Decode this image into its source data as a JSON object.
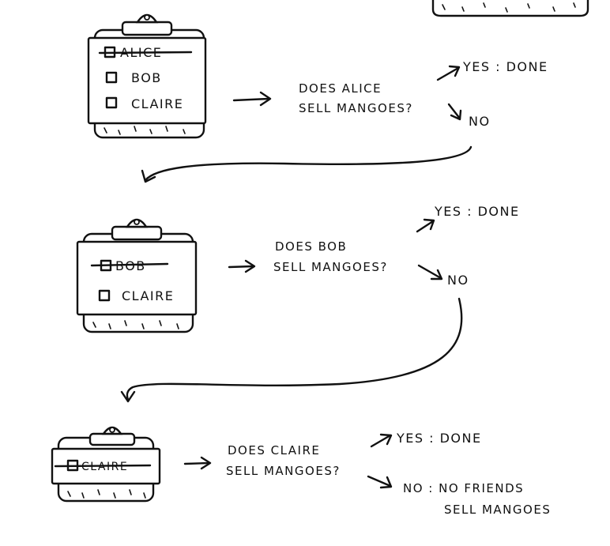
{
  "steps": [
    {
      "names": [
        "ALICE",
        "BOB",
        "CLAIRE"
      ],
      "question": [
        "DOES ALICE",
        "SELL MANGOES?"
      ],
      "yes": "YES : DONE",
      "no": [
        "NO"
      ]
    },
    {
      "names": [
        "BOB",
        "CLAIRE"
      ],
      "question": [
        "DOES BOB",
        "SELL MANGOES?"
      ],
      "yes": "YES : DONE",
      "no": [
        "NO"
      ]
    },
    {
      "names": [
        "CLAIRE"
      ],
      "question": [
        "DOES CLAIRE",
        "SELL MANGOES?"
      ],
      "yes": "YES : DONE",
      "no": [
        "NO : NO FRIENDS",
        "SELL MANGOES"
      ]
    }
  ]
}
